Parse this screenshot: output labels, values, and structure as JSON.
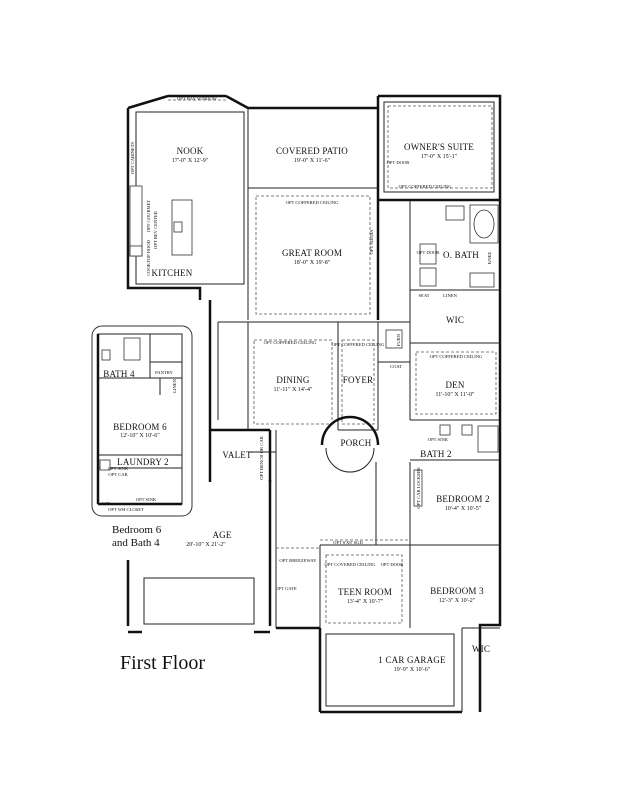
{
  "title": "First Floor",
  "inset_caption_line1": "Bedroom 6",
  "inset_caption_line2": "and Bath 4",
  "rooms": {
    "nook": {
      "name": "NOOK",
      "dims": "17'-0\" X 12'-9\""
    },
    "covered_patio": {
      "name": "COVERED PATIO",
      "dims": "19'-0\" X 11'-6\""
    },
    "owners_suite": {
      "name": "OWNER'S SUITE",
      "dims": "17'-0\" X 15'-1\""
    },
    "great_room": {
      "name": "GREAT ROOM",
      "dims": "18'-0\" X 19'-8\""
    },
    "kitchen": {
      "name": "KITCHEN"
    },
    "o_bath": {
      "name": "O. BATH"
    },
    "wic_owner": {
      "name": "WIC"
    },
    "dining": {
      "name": "DINING",
      "dims": "11'-11\" X 14'-4\""
    },
    "foyer": {
      "name": "FOYER"
    },
    "den": {
      "name": "DEN",
      "dims": "11'-10\" X 11'-0\""
    },
    "porch": {
      "name": "PORCH"
    },
    "valet": {
      "name": "VALET"
    },
    "bath2": {
      "name": "BATH 2"
    },
    "bedroom2": {
      "name": "BEDROOM 2",
      "dims": "10'-4\" X 10'-5\""
    },
    "garage": {
      "name": "AGE",
      "dims": "20'-10\" X 21'-2\""
    },
    "teen_room": {
      "name": "TEEN ROOM",
      "dims": "13'-4\" X 10'-7\""
    },
    "bedroom3": {
      "name": "BEDROOM 3",
      "dims": "12'-3\" X 10'-2\""
    },
    "one_car_garage": {
      "name": "1 CAR GARAGE",
      "dims": "19'-9\" X 10'-6\""
    },
    "wic_b3": {
      "name": "WIC"
    },
    "bath4": {
      "name": "BATH 4"
    },
    "bedroom6": {
      "name": "BEDROOM 6",
      "dims": "12'-10\" X 10'-6\""
    },
    "laundry2": {
      "name": "LAUNDRY 2"
    },
    "pantry": {
      "name": "PANTRY"
    }
  },
  "notes": {
    "bay_window": "OPT BAY WINDOW",
    "cabinets": "OPT CABINETS",
    "gourmet": "OPT GOURMET",
    "bev_center": "OPT BEV CENTER",
    "cooktop": "COOKTOP HOOD",
    "coffered_great": "OPT COFFERED CEILING",
    "coffered_owner": "OPT COFFERED CEILING",
    "opt_door_owner": "OPT DOOR",
    "opt_media": "OPT MEDIA",
    "opt_door_bath": "OPT DOOR",
    "knee": "KNEE",
    "seat": "SEAT",
    "linen": "LINEN",
    "coffered_dining": "OPT COFFERED CEILING",
    "coffered_foyer": "OPT COFFERED CEILING",
    "furn": "FURN",
    "coat": "COAT",
    "coffered_den": "OPT COFFERED CEILING",
    "opt_sink_b2": "OPT SINK",
    "opt_car_lockers": "OPT CAR LOCKERS",
    "opt_bench": "OPT BENCH OR CAB",
    "opt_slider": "OPT 6'X8' SGD",
    "opt_breezeway": "OPT BREEZEWAY",
    "opt_gate": "OPT GATE",
    "coffered_teen": "OPT COVERED CEILING",
    "opt_door_teen": "OPT DOOR",
    "linen_inset": "LINEN",
    "opt_sink_inset": "OPT SINK",
    "opt_cab_inset": "OPT CAB",
    "wh": "WH",
    "opt_sink_inset2": "OPT SINK",
    "opt_wh_closet": "OPT WH CLOSET"
  }
}
